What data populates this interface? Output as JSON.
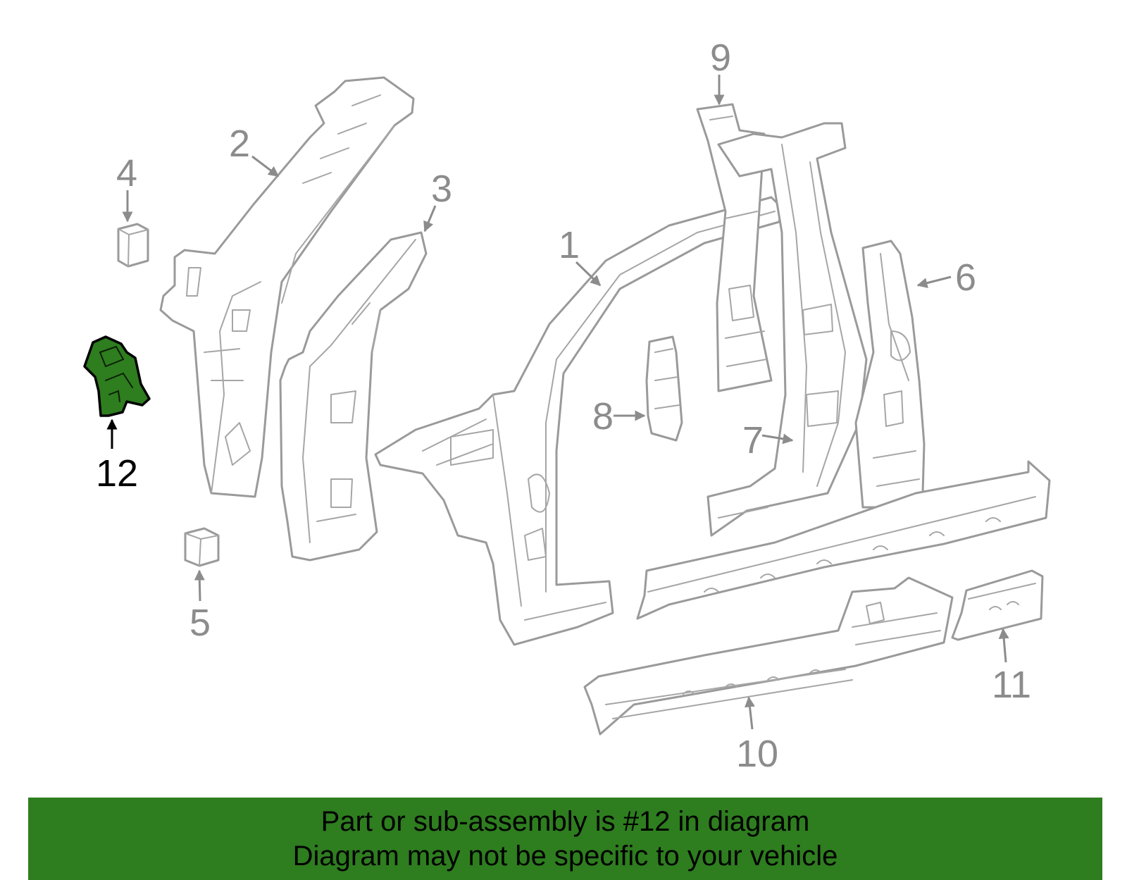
{
  "diagram": {
    "callouts": [
      {
        "number": "1",
        "highlighted": false
      },
      {
        "number": "2",
        "highlighted": false
      },
      {
        "number": "3",
        "highlighted": false
      },
      {
        "number": "4",
        "highlighted": false
      },
      {
        "number": "5",
        "highlighted": false
      },
      {
        "number": "6",
        "highlighted": false
      },
      {
        "number": "7",
        "highlighted": false
      },
      {
        "number": "8",
        "highlighted": false
      },
      {
        "number": "9",
        "highlighted": false
      },
      {
        "number": "10",
        "highlighted": false
      },
      {
        "number": "11",
        "highlighted": false
      },
      {
        "number": "12",
        "highlighted": true
      }
    ]
  },
  "banner": {
    "line1": "Part or sub-assembly is #12 in diagram",
    "line2": "Diagram may not be specific to your vehicle"
  },
  "colors": {
    "highlight": "#2e7d1f",
    "part_outline": "#9a9a9a",
    "callout_text": "#8c8c8c"
  }
}
